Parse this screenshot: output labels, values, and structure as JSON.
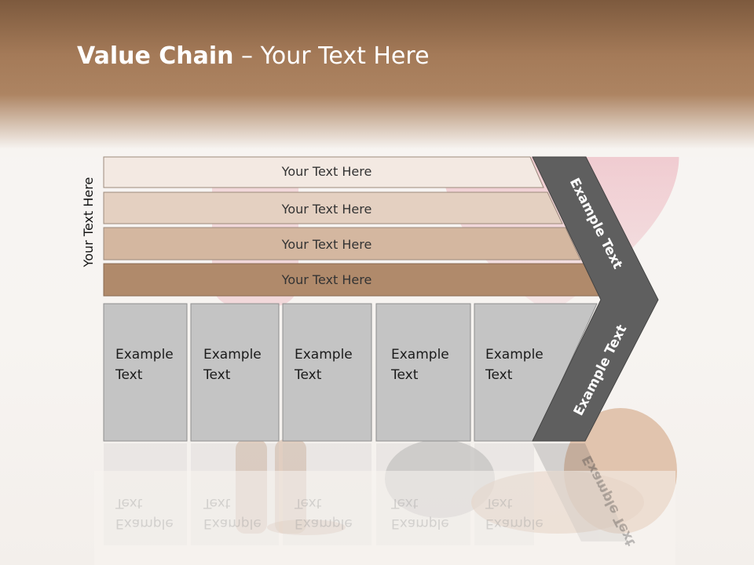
{
  "title": {
    "bold": "Value Chain",
    "rest": " – Your Text Here"
  },
  "side_label": "Your Text Here",
  "rows": [
    {
      "label": "Your Text Here",
      "color": "#f3e9e2"
    },
    {
      "label": "Your Text Here",
      "color": "#e4d0c1"
    },
    {
      "label": "Your Text Here",
      "color": "#d4b7a0"
    },
    {
      "label": "Your Text Here",
      "color": "#b08a6b"
    }
  ],
  "columns": [
    {
      "line1": "Example",
      "line2": "Text"
    },
    {
      "line1": "Example",
      "line2": "Text"
    },
    {
      "line1": "Example",
      "line2": "Text"
    },
    {
      "line1": "Example",
      "line2": "Text"
    },
    {
      "line1": "Example",
      "line2": "Text"
    }
  ],
  "chevron": {
    "top_label": "Example Text",
    "bottom_label": "Example Text",
    "color": "#5f5f5f"
  },
  "colors": {
    "header": "#a47a58",
    "column": "#c4c4c4"
  }
}
